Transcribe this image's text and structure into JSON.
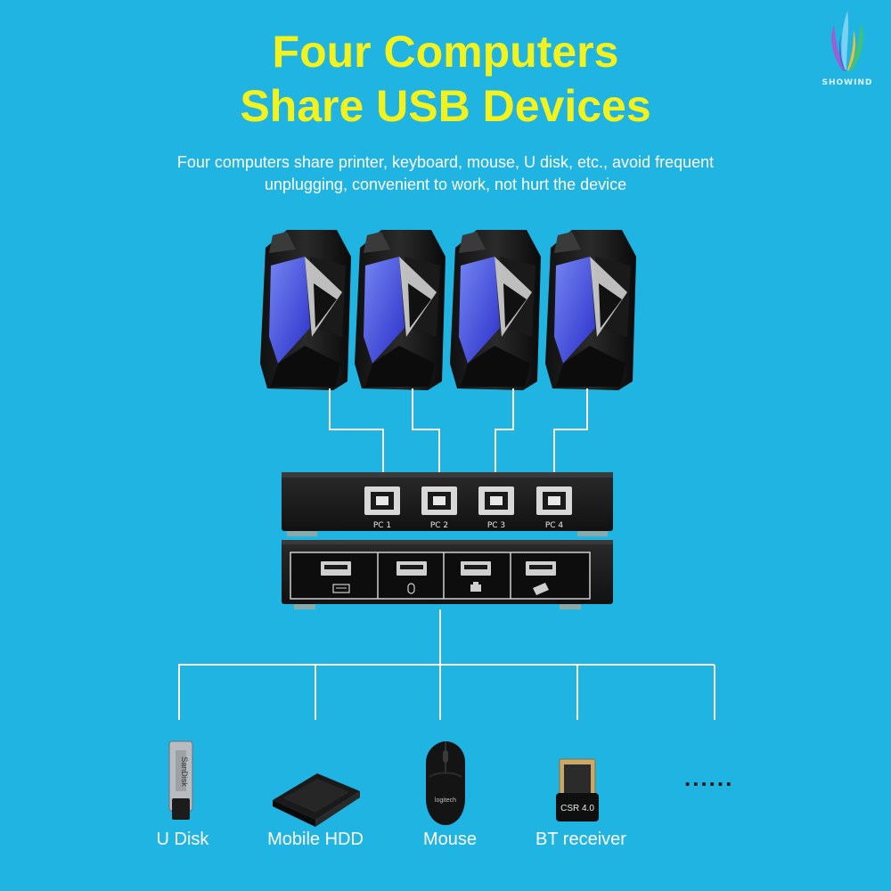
{
  "title_line1": "Four Computers",
  "title_line2": "Share USB Devices",
  "subtitle_line1": "Four computers share printer, keyboard, mouse, U disk, etc., avoid frequent",
  "subtitle_line2": "unplugging, convenient to work, not hurt the device",
  "logo": {
    "brand": "SHOWIND"
  },
  "switch": {
    "ports": [
      "PC 1",
      "PC 2",
      "PC 3",
      "PC 4"
    ],
    "device_port_icons": [
      "keyboard-icon",
      "mouse-icon",
      "printer-icon",
      "usb-stick-icon"
    ]
  },
  "devices": [
    {
      "label": "U Disk",
      "icon": "usb-flash-drive-icon",
      "print": "SanDisk"
    },
    {
      "label": "Mobile HDD",
      "icon": "hard-drive-icon"
    },
    {
      "label": "Mouse",
      "icon": "mouse-icon",
      "print": "logitech"
    },
    {
      "label": "BT receiver",
      "icon": "bluetooth-dongle-icon",
      "print": "CSR 4.0"
    }
  ],
  "more": "......",
  "colors": {
    "background": "#20b4e2",
    "title": "#f4f21c",
    "lines": "#ffffff"
  }
}
